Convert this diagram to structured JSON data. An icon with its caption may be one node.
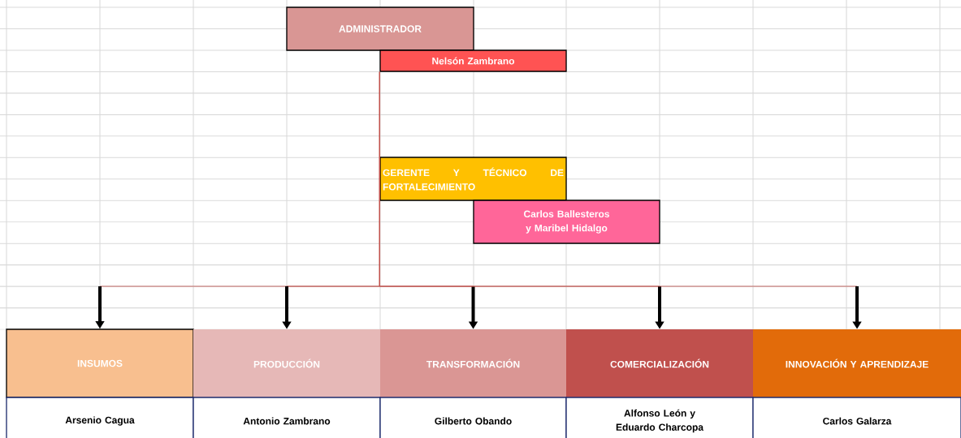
{
  "diagram": {
    "nodes": [
      {
        "text": [
          "ADMINISTRADOR"
        ]
      },
      {
        "text": [
          "Nelsón Zambrano"
        ]
      },
      {
        "text": [
          "GERENTE Y TÉCNICO DE FORTALECIMIENTO"
        ]
      },
      {
        "text": [
          "Carlos Ballesteros y Maribel Hidalgo"
        ]
      },
      {
        "text": [
          "INSUMOS"
        ]
      },
      {
        "text": [
          "PRODUCCIÓN"
        ]
      },
      {
        "text": [
          "TRANSFORMACIÓN"
        ]
      },
      {
        "text": [
          "COMERCIALIZACIÓN"
        ]
      },
      {
        "text": [
          "INNOVACIÓN Y APRENDIZAJE"
        ]
      },
      {
        "text": [
          "Arsenio Cagua"
        ]
      },
      {
        "text": [
          "Antonio Zambrano"
        ]
      },
      {
        "text": [
          "Gilberto Obando"
        ]
      },
      {
        "text": [
          "Alfonso León y Eduardo Charcopa"
        ]
      },
      {
        "text": [
          "Carlos Galarza"
        ]
      }
    ],
    "edges": [
      {
        "from": 1,
        "to": 4,
        "arrow": "to"
      },
      {
        "from": 1,
        "to": 5,
        "arrow": "to"
      },
      {
        "from": 1,
        "to": 6,
        "arrow": "to"
      },
      {
        "from": 1,
        "to": 7,
        "arrow": "to"
      },
      {
        "from": 1,
        "to": 8,
        "arrow": "to"
      }
    ]
  }
}
